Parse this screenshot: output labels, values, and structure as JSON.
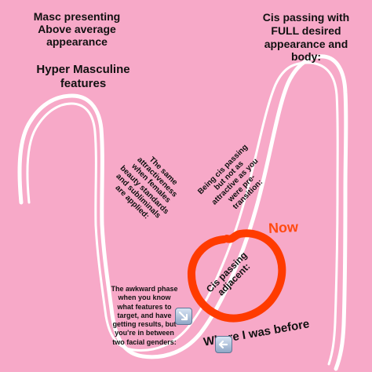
{
  "labels": {
    "top_left_1": "Masc presenting\nAbove average\nappearance",
    "top_left_2": "Hyper Masculine\nfeatures",
    "top_right": "Cis passing with\nFULL desired\nappearance and\nbody:",
    "middle_left": "The same\nattractiveness\nwhen females\nbeauty standards\nand subliminals\nare applied:",
    "middle_right": "Being cis passing\nbut not as\nattractive as you\nwere pre-\ntransition:",
    "adjacent": "Cis passing\nadjacent:",
    "awkward": "The awkward phase\nwhen you know\nwhat features to\ntarget, and have\ngetting results, but\nyou're in between\ntwo facial genders:",
    "now": "Now",
    "before": "Where I was before"
  },
  "icons": {
    "now_marker": "down-right-arrow-icon",
    "before_marker": "left-arrow-icon"
  },
  "colors": {
    "background": "#f7a9c8",
    "curve": "#ffffff",
    "circle": "#ff3b00",
    "text": "#111111",
    "now_text": "#ff4a10",
    "badge": "#a8bad4"
  }
}
